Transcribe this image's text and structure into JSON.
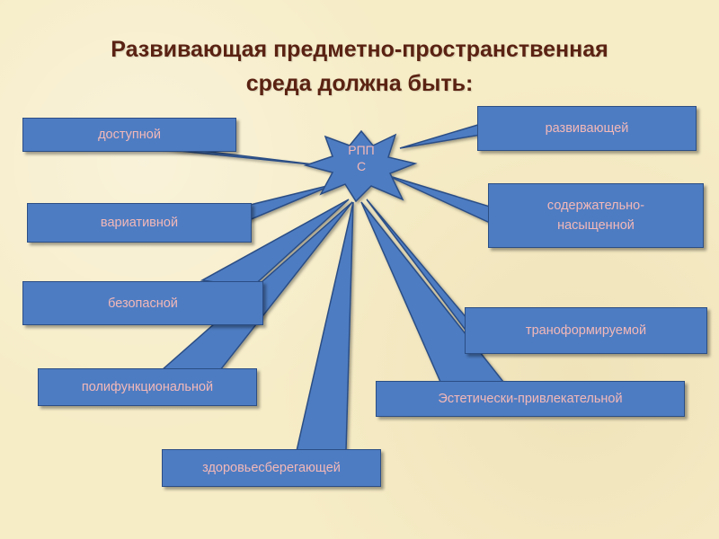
{
  "title": {
    "line1": "Развивающая предметно-пространственная",
    "line2": "среда должна быть:"
  },
  "center": {
    "line1": "РПП",
    "line2": "С"
  },
  "boxes": {
    "dostupnoy": "доступной",
    "razvivayushchey": "развивающей",
    "variativnoy": "вариативной",
    "soderzhatelno_line1": "содержательно-",
    "soderzhatelno_line2": "насыщенной",
    "bezopasnoy": "безопасной",
    "transformiruemoy": "траноформируемой",
    "polifunktsionalnoy": "полифункциональной",
    "esteticheski": "Эстетически-привлекательной",
    "zdorovyesberegayushchey": "здоровьесберегающей"
  },
  "colors": {
    "box_fill": "#4e7cc2",
    "box_text": "#f2b8b8",
    "title_text": "#5a2212",
    "background": "#f6ecc6"
  }
}
